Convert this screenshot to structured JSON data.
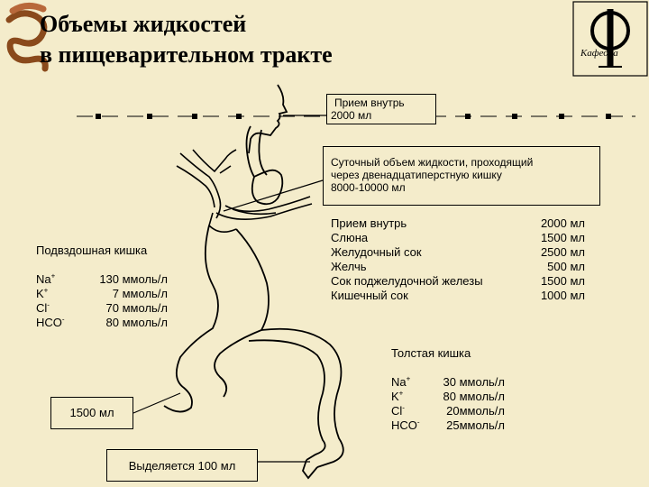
{
  "title_line1": "Объемы жидкостей",
  "title_line2": "в пищеварительном тракте",
  "logo": {
    "letter": "Ф",
    "caption": "Кафедра"
  },
  "intake_box": {
    "line1": "Прием внутрь",
    "line2": "2000 мл"
  },
  "daily_volume": {
    "line1": "Суточный объем жидкости, проходящий",
    "line2": "через двенадцатиперстную кишку",
    "line3": "8000-10000 мл"
  },
  "sources": [
    {
      "label": "Прием внутрь",
      "value": "2000 мл"
    },
    {
      "label": "Слюна",
      "value": "1500 мл"
    },
    {
      "label": "Желудочный сок",
      "value": "2500 мл"
    },
    {
      "label": "Желчь",
      "value": "500 мл"
    },
    {
      "label": "Сок поджелудочной железы",
      "value": "1500 мл"
    },
    {
      "label": "Кишечный сок",
      "value": "1000 мл"
    }
  ],
  "ileum": {
    "title": "Подвздошная кишка",
    "ions": [
      {
        "ion": "Na",
        "charge": "+",
        "value": "130 ммоль/л"
      },
      {
        "ion": "K",
        "charge": "+",
        "value": "7 ммоль/л"
      },
      {
        "ion": "Cl",
        "charge": "-",
        "value": "70 ммоль/л"
      },
      {
        "ion": "HCO",
        "charge": "-",
        "value": "80 ммоль/л"
      }
    ]
  },
  "colon": {
    "title": "Толстая кишка",
    "ions": [
      {
        "ion": "Na",
        "charge": "+",
        "value": "30 ммоль/л"
      },
      {
        "ion": "K",
        "charge": "+",
        "value": "80 ммоль/л"
      },
      {
        "ion": "Cl",
        "charge": "-",
        "value": "20ммоль/л"
      },
      {
        "ion": "HCO",
        "charge": "-",
        "value": "25ммоль/л"
      }
    ]
  },
  "ileum_box": "1500 мл",
  "excreted_box": "Выделяется 100 мл"
}
